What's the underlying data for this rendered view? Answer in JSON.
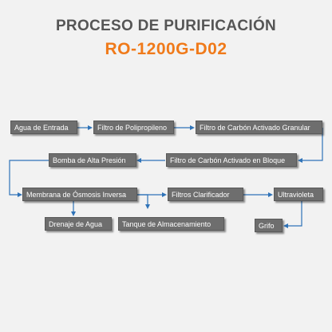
{
  "header": {
    "title": "PROCESO DE PURIFICACIÓN",
    "model": "RO-1200G-D02"
  },
  "diagram": {
    "nodes": {
      "agua_entrada": "Agua de Entrada",
      "filtro_polipropileno": "Filtro de Polipropileno",
      "filtro_carbon_granular": "Filtro de Carbón Activado Granular",
      "filtro_carbon_bloque": "Filtro de Carbón Activado en Bloque",
      "bomba_alta_presion": "Bomba de Alta Presión",
      "membrana_osmosis": "Membrana de Ósmosis Inversa",
      "filtros_clarificador": "Filtros Clarificador",
      "ultravioleta": "Ultravioleta",
      "drenaje_agua": "Drenaje de Agua",
      "tanque_almacenamiento": "Tanque de Almacenamiento",
      "grifo": "Grifo"
    },
    "colors": {
      "box": "#6e6e6e",
      "arrow": "#2f73b8",
      "title": "#555555",
      "model": "#f07a1a"
    }
  }
}
